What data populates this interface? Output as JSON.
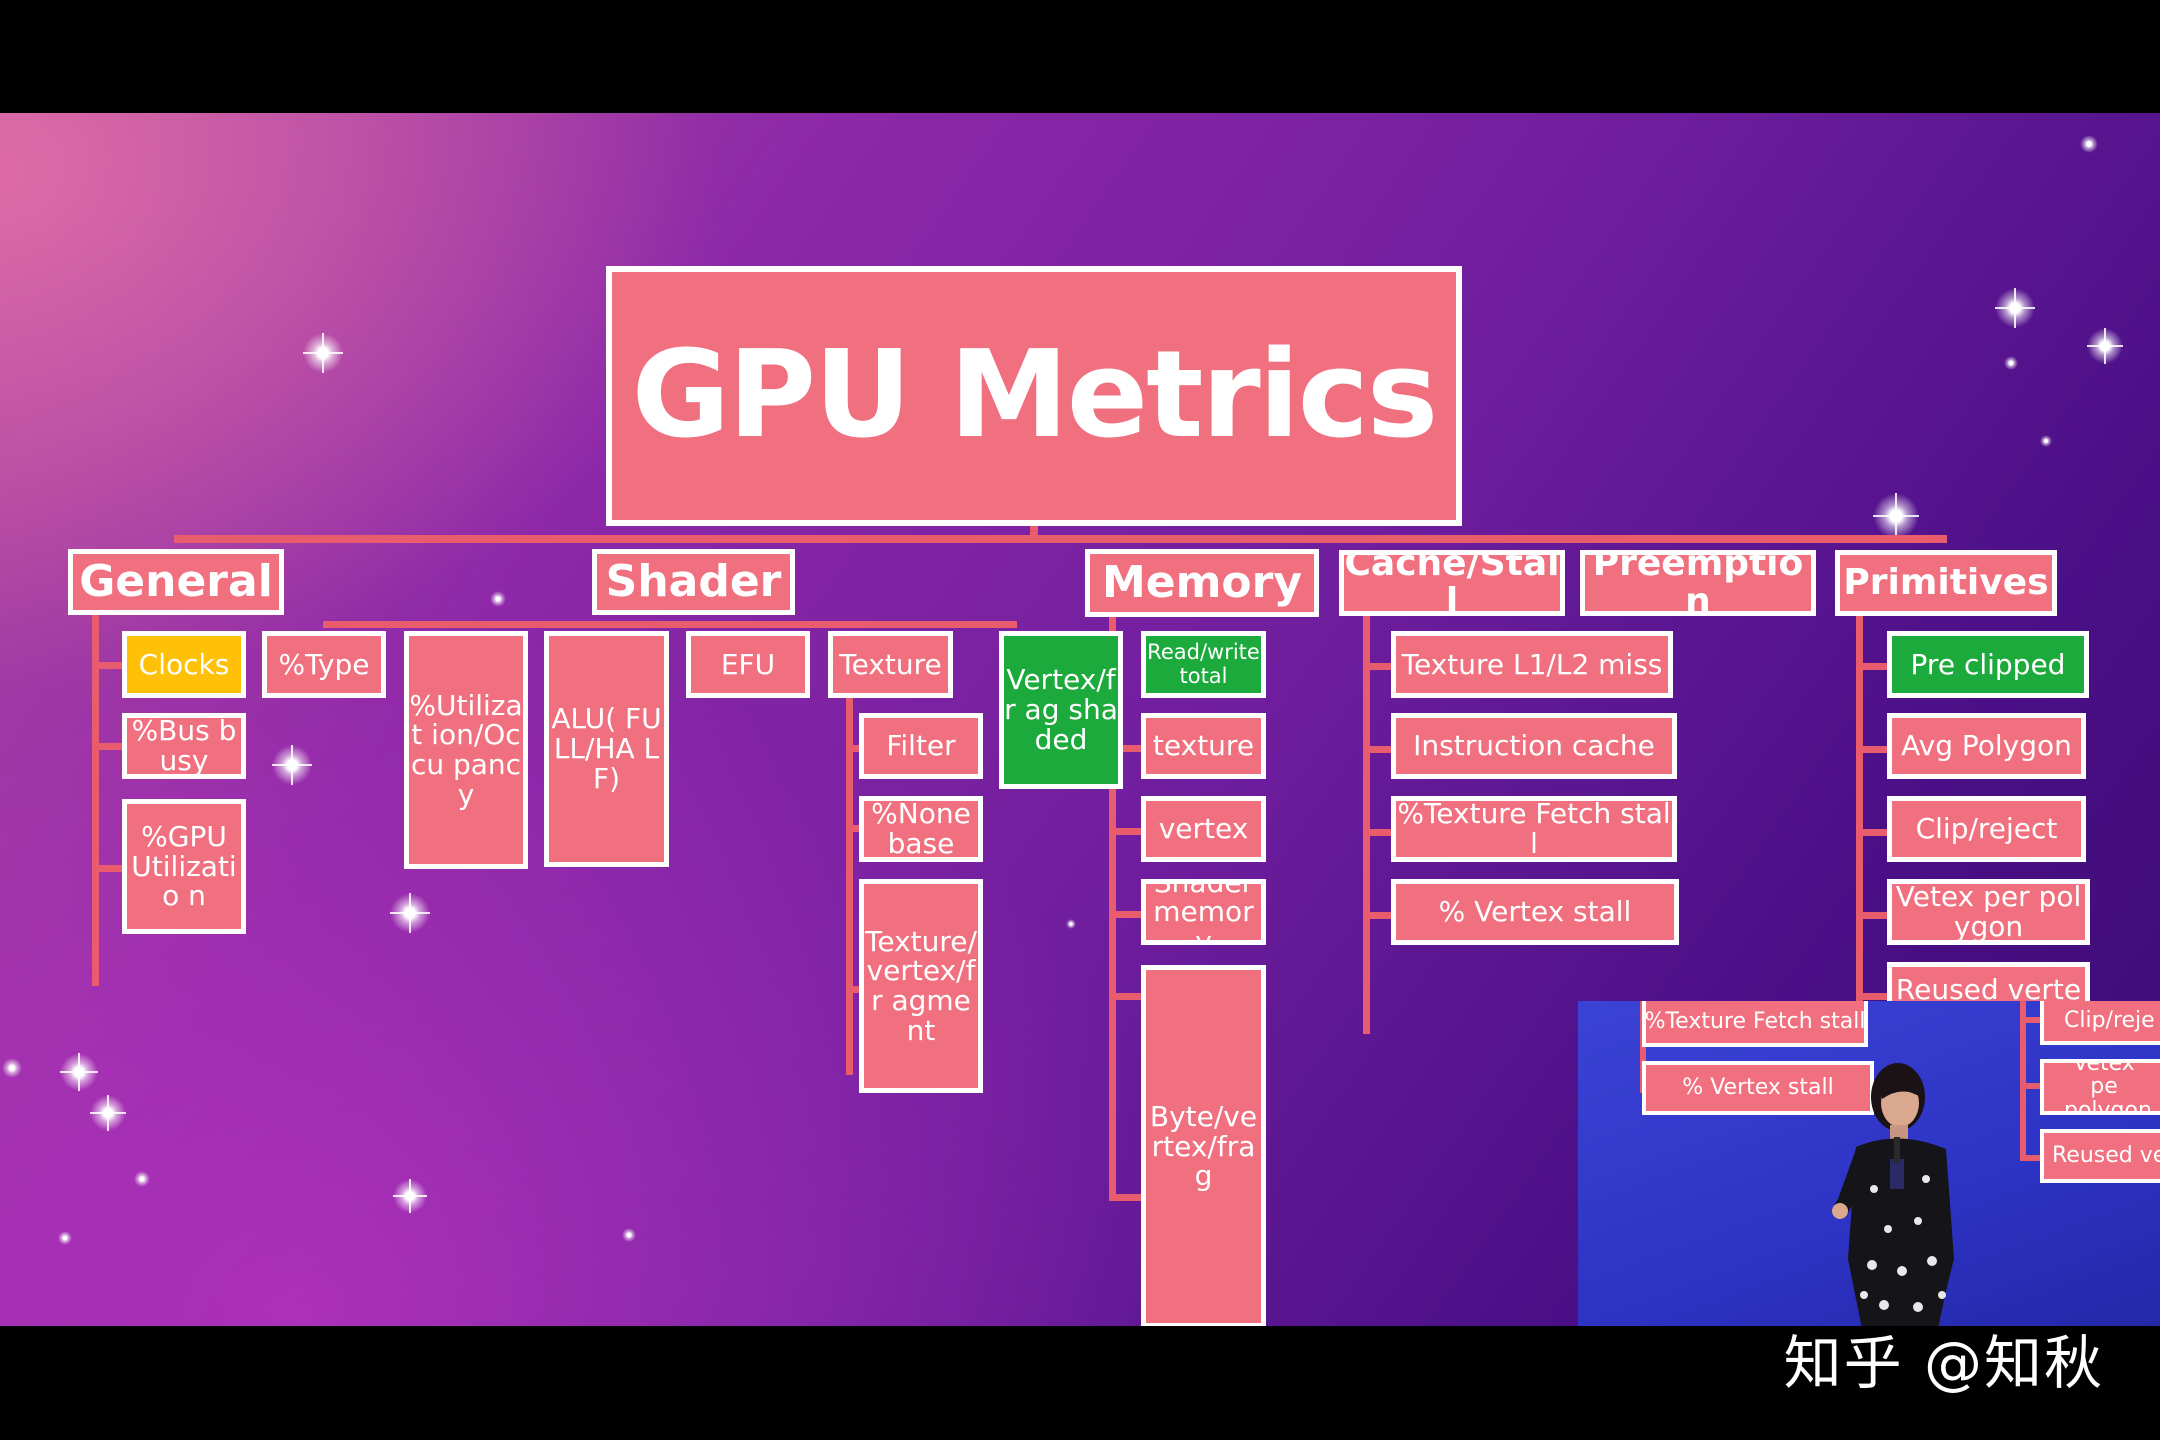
{
  "title": "GPU Metrics",
  "categories": {
    "general": "General",
    "shader": "Shader",
    "memory": "Memory",
    "cache_stall": "Cache/Stall",
    "preemption": "Preemption",
    "primitives": "Primitives"
  },
  "general_items": [
    "Clocks",
    "%Bus busy",
    "%GPU Utilizatio n"
  ],
  "shader_items": {
    "type": "%Type",
    "utilization": "%Utilizat ion/Occu pancy",
    "alu": "ALU( FULL/HA LF)",
    "efu": "EFU",
    "texture": "Texture",
    "filter": "Filter",
    "none_base": "%None base",
    "tvf": "Texture/ vertex/fr agment",
    "vertex_frag_shaded": "Vertex/fr ag shaded"
  },
  "memory_items": [
    "Read/write total",
    "texture",
    "vertex",
    "Shader memory",
    "Byte/ve rtex/fra g"
  ],
  "cache_items": [
    "Texture L1/L2 miss",
    "Instruction cache",
    "%Texture Fetch stall",
    "% Vertex stall"
  ],
  "primitive_items": [
    "Pre clipped",
    "Avg Polygon",
    "Clip/reject",
    "Vetex per polygon",
    "Reused vertex"
  ],
  "inset": {
    "left_items": [
      "%Texture Fetch stall",
      "% Vertex stall"
    ],
    "right_items": [
      "Clip/reje",
      "Vetex pe polygon",
      "Reused ve"
    ]
  },
  "watermark": "知乎 @知秋",
  "colors": {
    "box": "#f0707f",
    "box_green": "#1caa3c",
    "box_yellow": "#ffc107",
    "connector": "#e85c6e",
    "border": "#ffffff"
  }
}
